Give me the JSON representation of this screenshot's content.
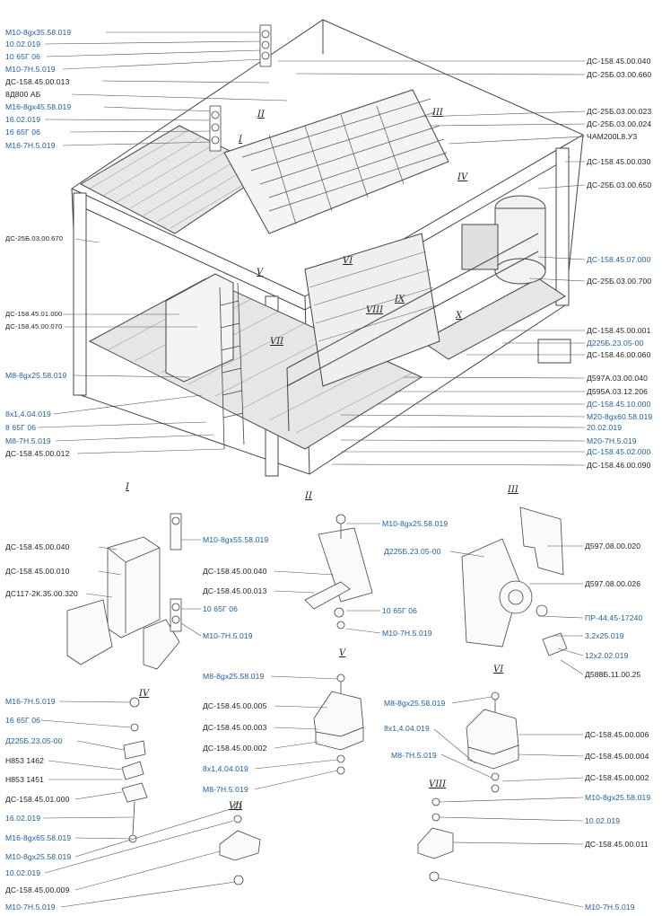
{
  "colors": {
    "blue_label": "#1a5fa8",
    "black_label": "#222222",
    "line": "#444444"
  },
  "main_view": {
    "left_labels": [
      {
        "text": "М10-8gх35.58.019",
        "color": "blue"
      },
      {
        "text": "10.02.019",
        "color": "blue"
      },
      {
        "text": "10 65Г 06",
        "color": "blue"
      },
      {
        "text": "М10-7Н.5.019",
        "color": "blue"
      },
      {
        "text": "ДС-158.45.00.013",
        "color": "black"
      },
      {
        "text": "8Д800 АБ",
        "color": "black"
      },
      {
        "text": "М16-8gх45.58.019",
        "color": "blue"
      },
      {
        "text": "16.02.019",
        "color": "blue"
      },
      {
        "text": "16 65Г 06",
        "color": "blue"
      },
      {
        "text": "М16-7Н.5.019",
        "color": "blue"
      },
      {
        "text": "ДС-25Б.03.00.670",
        "color": "black"
      },
      {
        "text": "ДС-158.45.01.000",
        "color": "black"
      },
      {
        "text": "ДС-158.45.00.070",
        "color": "black"
      },
      {
        "text": "М8-8gх25.58.019",
        "color": "blue"
      },
      {
        "text": "8х1,4.04.019",
        "color": "blue"
      },
      {
        "text": "8 65Г 06",
        "color": "blue"
      },
      {
        "text": "М8-7Н.5.019",
        "color": "blue"
      },
      {
        "text": "ДС-158.45.00.012",
        "color": "black"
      }
    ],
    "right_labels": [
      {
        "text": "ДС-158.45.00.040",
        "color": "black"
      },
      {
        "text": "ДС-25Б.03.00.660",
        "color": "black"
      },
      {
        "text": "ДС-25Б.03.00.023",
        "color": "black"
      },
      {
        "text": "ДС-25Б.03.00.024",
        "color": "black"
      },
      {
        "text": "ЧАМ200L8.У3",
        "color": "black"
      },
      {
        "text": "ДС-158.45.00.030",
        "color": "black"
      },
      {
        "text": "ДС-25Б.03.00.650",
        "color": "black"
      },
      {
        "text": "ДС-158.45.07.000",
        "color": "blue"
      },
      {
        "text": "ДС-25Б.03.00.700",
        "color": "black"
      },
      {
        "text": "ДС-158.45.00.001",
        "color": "black"
      },
      {
        "text": "Д225Б.23.05-00",
        "color": "blue"
      },
      {
        "text": "ДС-158.46.00.060",
        "color": "black"
      },
      {
        "text": "Д597А.03.00.040",
        "color": "black"
      },
      {
        "text": "Д595А.03.12.206",
        "color": "black"
      },
      {
        "text": "ДС-158.45.10.000",
        "color": "blue"
      },
      {
        "text": "М20-8gх60.58.019",
        "color": "blue"
      },
      {
        "text": "20.02.019",
        "color": "blue"
      },
      {
        "text": "М20-7Н.5.019",
        "color": "blue"
      },
      {
        "text": "ДС-158.45.02.000",
        "color": "blue"
      },
      {
        "text": "ДС-158.46.00.090",
        "color": "black"
      }
    ],
    "roman_markers": [
      "II",
      "I",
      "III",
      "IV",
      "V",
      "VI",
      "VII",
      "VIII",
      "IX",
      "X"
    ]
  },
  "detail_I": {
    "title": "I",
    "labels": [
      {
        "text": "ДС-158.45.00.040",
        "color": "black"
      },
      {
        "text": "ДС-158.45.00.010",
        "color": "black"
      },
      {
        "text": "ДС117-2К.35.00.320",
        "color": "black"
      },
      {
        "text": "М10-8gх55.58.019",
        "color": "blue"
      },
      {
        "text": "10 65Г 06",
        "color": "blue"
      },
      {
        "text": "М10-7Н.5.019",
        "color": "blue"
      }
    ]
  },
  "detail_II": {
    "title": "II",
    "labels": [
      {
        "text": "М10-8gх25.58.019",
        "color": "blue"
      },
      {
        "text": "ДС-158.45.00.040",
        "color": "black"
      },
      {
        "text": "ДС-158.45.00.013",
        "color": "black"
      },
      {
        "text": "10 65Г 06",
        "color": "blue"
      },
      {
        "text": "М10-7Н.5.019",
        "color": "blue"
      }
    ]
  },
  "detail_III": {
    "title": "III",
    "labels": [
      {
        "text": "Д225Б.23.05-00",
        "color": "blue"
      },
      {
        "text": "Д597.08.00.020",
        "color": "black"
      },
      {
        "text": "Д597.08.00.026",
        "color": "black"
      },
      {
        "text": "ПР-44,45-17240",
        "color": "blue"
      },
      {
        "text": "3,2х25.019",
        "color": "blue"
      },
      {
        "text": "12х2.02.019",
        "color": "blue"
      },
      {
        "text": "Д588Б.11.00.25",
        "color": "black"
      }
    ]
  },
  "detail_IV": {
    "title": "IV",
    "labels": [
      {
        "text": "М16-7Н.5.019",
        "color": "blue"
      },
      {
        "text": "16 65Г 06",
        "color": "blue"
      },
      {
        "text": "Д225Б.23.05-00",
        "color": "blue"
      },
      {
        "text": "Н853 1462",
        "color": "black"
      },
      {
        "text": "Н853 1451",
        "color": "black"
      },
      {
        "text": "ДС-158.45.01.000",
        "color": "black"
      },
      {
        "text": "16.02.019",
        "color": "blue"
      },
      {
        "text": "М16-8gх65.58.019",
        "color": "blue"
      }
    ]
  },
  "detail_V": {
    "title": "V",
    "labels": [
      {
        "text": "М8-8gх25.58.019",
        "color": "blue"
      },
      {
        "text": "ДС-158.45.00.005",
        "color": "black"
      },
      {
        "text": "ДС-158.45.00.003",
        "color": "black"
      },
      {
        "text": "ДС-158.45.00.002",
        "color": "black"
      },
      {
        "text": "8х1,4.04.019",
        "color": "blue"
      },
      {
        "text": "М8-7Н.5.019",
        "color": "blue"
      }
    ]
  },
  "detail_VI": {
    "title": "VI",
    "labels": [
      {
        "text": "М8-8gх25.58.019",
        "color": "blue"
      },
      {
        "text": "8х1,4.04.019",
        "color": "blue"
      },
      {
        "text": "М8-7Н.5.019",
        "color": "blue"
      },
      {
        "text": "ДС-158.45.00.006",
        "color": "black"
      },
      {
        "text": "ДС-158.45.00.004",
        "color": "black"
      },
      {
        "text": "ДС-158.45.00.002",
        "color": "black"
      }
    ]
  },
  "detail_VII": {
    "title": "VII",
    "labels": [
      {
        "text": "М10-8gх25.58.019",
        "color": "blue"
      },
      {
        "text": "10.02.019",
        "color": "blue"
      },
      {
        "text": "ДС-158.45.00.009",
        "color": "black"
      },
      {
        "text": "М10-7Н.5.019",
        "color": "blue"
      }
    ]
  },
  "detail_VIII": {
    "title": "VIII",
    "labels": [
      {
        "text": "М10-8gх25.58.019",
        "color": "blue"
      },
      {
        "text": "10.02.019",
        "color": "blue"
      },
      {
        "text": "ДС-158.45.00.011",
        "color": "black"
      },
      {
        "text": "М10-7Н.5.019",
        "color": "blue"
      }
    ]
  }
}
